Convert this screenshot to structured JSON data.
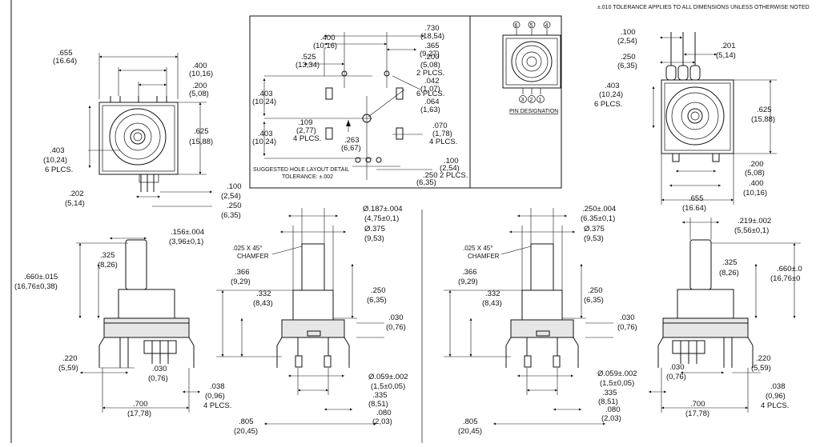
{
  "header": {
    "tolerance_note": "±.010 TOLERANCE APPLIES TO ALL DIMENSIONS UNLESS OTHERWISE NOTED"
  },
  "inset": {
    "hole_layout_title": "SUGGESTED HOLE LAYOUT DETAIL",
    "hole_layout_tol": "TOLERANCE: ±.002",
    "pin_title": "PIN DESIGNATION",
    "pin_top": [
      "6",
      "5",
      "4"
    ],
    "pin_bottom": [
      "3",
      "2",
      "1"
    ],
    "dims": {
      "d730": ".730",
      "d730m": "(18,54)",
      "d400": ".400",
      "d400m": "(10,16)",
      "d365": ".365",
      "d365m": "(9,27)",
      "d525": ".525",
      "d525m": "(13,34)",
      "d200": ".200",
      "d200m": "(5,08)",
      "d200n": "2 PLCS.",
      "d042": ".042",
      "d042m": "(1,07)",
      "d042n": "6 PLCS.",
      "d403a": ".403",
      "d403am": "(10,24)",
      "d064": ".064",
      "d064m": "(1,63)",
      "d109": ".109",
      "d109m": "(2,77)",
      "d109n": "4 PLCS.",
      "d070": ".070",
      "d070m": "(1,78)",
      "d070n": "4 PLCS.",
      "d403b": ".403",
      "d403bm": "(10,24)",
      "d263": ".263",
      "d263m": "(6,67)",
      "d100": ".100",
      "d100m": "(2,54)",
      "d100n": "2 PLCS.",
      "d250": ".250",
      "d250m": "(6,35)"
    }
  },
  "top_left": {
    "d655": ".655",
    "d655m": "(16.64)",
    "d400": ".400",
    "d400m": "(10,16)",
    "d200": ".200",
    "d200m": "(5,08)",
    "d625": ".625",
    "d625m": "(15,88)",
    "d403": ".403",
    "d403m": "(10,24)",
    "d403n": "6 PLCS.",
    "d100": ".100",
    "d100m": "(2,54)",
    "d202": ".202",
    "d202m": "(5,14)",
    "d250": ".250",
    "d250m": "(6,35)"
  },
  "top_right": {
    "d100": ".100",
    "d100m": "(2,54)",
    "d201": ".201",
    "d201m": "(5,14)",
    "d250": ".250",
    "d250m": "(6,35)",
    "d403": ".403",
    "d403m": "(10,24)",
    "d403n": "6 PLCS.",
    "d625": ".625",
    "d625m": "(15,88)",
    "d200": ".200",
    "d200m": "(5,08)",
    "d400": ".400",
    "d400m": "(10,16)",
    "d655": ".655",
    "d655m": "(16.64)"
  },
  "side_left": {
    "d156": ".156±.004",
    "d156m": "(3,96±0,1)",
    "d325": ".325",
    "d325m": "(8,26)",
    "d660": ".660±.015",
    "d660m": "(16,76±0,38)",
    "d220": ".220",
    "d220m": "(5,59)",
    "d030": ".030",
    "d030m": "(0,76)",
    "d038": ".038",
    "d038m": "(0,96)",
    "d038n": "4 PLCS.",
    "d700": ".700",
    "d700m": "(17,78)"
  },
  "front_left": {
    "d187": "Ø.187±.004",
    "d187m": "(4,75±0,1)",
    "d375": "Ø.375",
    "d375m": "(9,53)",
    "chamfer1": ".025 X 45°",
    "chamfer2": "CHAMFER",
    "d366": ".366",
    "d366m": "(9,29)",
    "d332": ".332",
    "d332m": "(8,43)",
    "d250": ".250",
    "d250m": "(6,35)",
    "d030": ".030",
    "d030m": "(0,76)",
    "d059": "Ø.059±.002",
    "d059m": "(1,5±0,05)",
    "d335": ".335",
    "d335m": "(8,51)",
    "d080": ".080",
    "d080m": "(2,03)",
    "d805": ".805",
    "d805m": "(20,45)"
  },
  "front_right": {
    "d250t": ".250±.004",
    "d250tm": "(6.35±0,1)",
    "d375": "Ø.375",
    "d375m": "(9,53)",
    "chamfer1": ".025 X 45°",
    "chamfer2": "CHAMFER",
    "d366": ".366",
    "d366m": "(9,29)",
    "d332": ".332",
    "d332m": "(8,43)",
    "d250": ".250",
    "d250m": "(6,35)",
    "d030": ".030",
    "d030m": "(0,76)",
    "d059": "Ø.059±.002",
    "d059m": "(1,5±0,05)",
    "d335": ".335",
    "d335m": "(8,51)",
    "d080": ".080",
    "d080m": "(2,03)",
    "d805": ".805",
    "d805m": "(20,45)"
  },
  "side_right": {
    "d219": ".219±.002",
    "d219m": "(5,56±0,1)",
    "d325": ".325",
    "d325m": "(8,26)",
    "d660": ".660±.0",
    "d660m": "(16,76±0",
    "d220": ".220",
    "d220m": "(5,59)",
    "d030": ".030",
    "d030m": "(0,76)",
    "d038": ".038",
    "d038m": "(0,96)",
    "d038n": "4 PLCS.",
    "d700": ".700",
    "d700m": "(17,78)"
  }
}
